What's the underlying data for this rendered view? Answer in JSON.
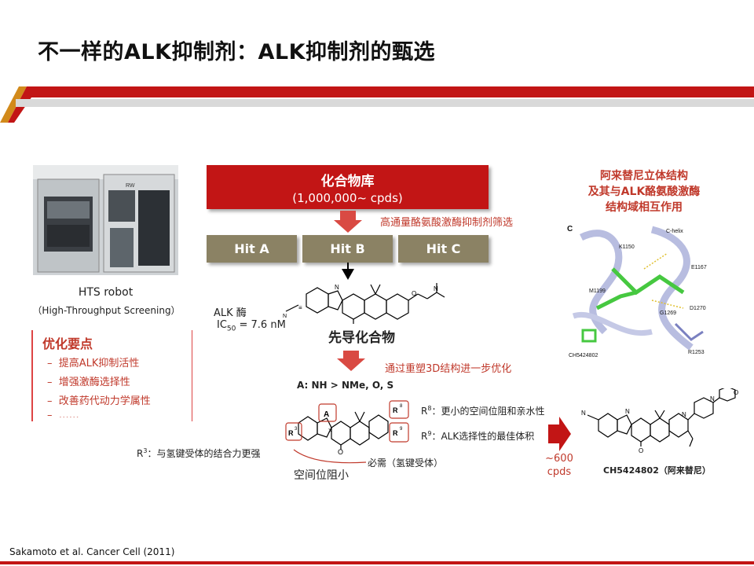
{
  "slide": {
    "title": "不一样的ALK抑制剂：ALK抑制剂的甄选",
    "colors": {
      "accent_red": "#c21515",
      "hit_box": "#8b8264",
      "note_red": "#c0392b"
    }
  },
  "robot": {
    "label": "HTS robot",
    "sublabel": "（High-Throughput Screening）",
    "photo_icon": "hts-robot-photo"
  },
  "library": {
    "title": "化合物库",
    "subtitle": "(1,000,000~ cpds)",
    "screen_note": "高通量酪氨酸激酶抑制剂筛选"
  },
  "hits": [
    "Hit A",
    "Hit B",
    "Hit C"
  ],
  "lead": {
    "alk_label": "ALK 酶",
    "ic50_prefix": "IC",
    "ic50_sub": "50",
    "ic50_value": " = 7.6 nM",
    "title": "先导化合物",
    "optimize_note": "通过重塑3D结构进一步优化",
    "a_rule": "A:  NH > NMe, O, S"
  },
  "sar": {
    "r8_sup": "8",
    "r8_text": "：更小的空间位阻和亲水性",
    "r9_sup": "9",
    "r9_text": "：ALK选择性的最佳体积",
    "r3_sup": "3",
    "r3_text": "：与氢键受体的结合力更强",
    "required": "必需（氢键受体）",
    "steric": "空间位阻小",
    "cpds_count": "~600",
    "cpds_unit": "cpds"
  },
  "final": {
    "name": "CH5424802（阿来替尼）"
  },
  "structure": {
    "title_lines": [
      "阿来替尼立体结构",
      "及其与ALK酪氨酸激酶",
      "结构域相互作用"
    ],
    "labels": [
      "C",
      "K1150",
      "C-helix",
      "E1167",
      "M1199",
      "G1269",
      "D1270",
      "R1253",
      "CH5424802"
    ]
  },
  "optimization": {
    "title": "优化要点",
    "items": [
      "提高ALK抑制活性",
      "增强激酶选择性",
      "改善药代动力学属性",
      "……"
    ]
  },
  "footer": {
    "citation": "Sakamoto et al. Cancer Cell (2011)"
  }
}
